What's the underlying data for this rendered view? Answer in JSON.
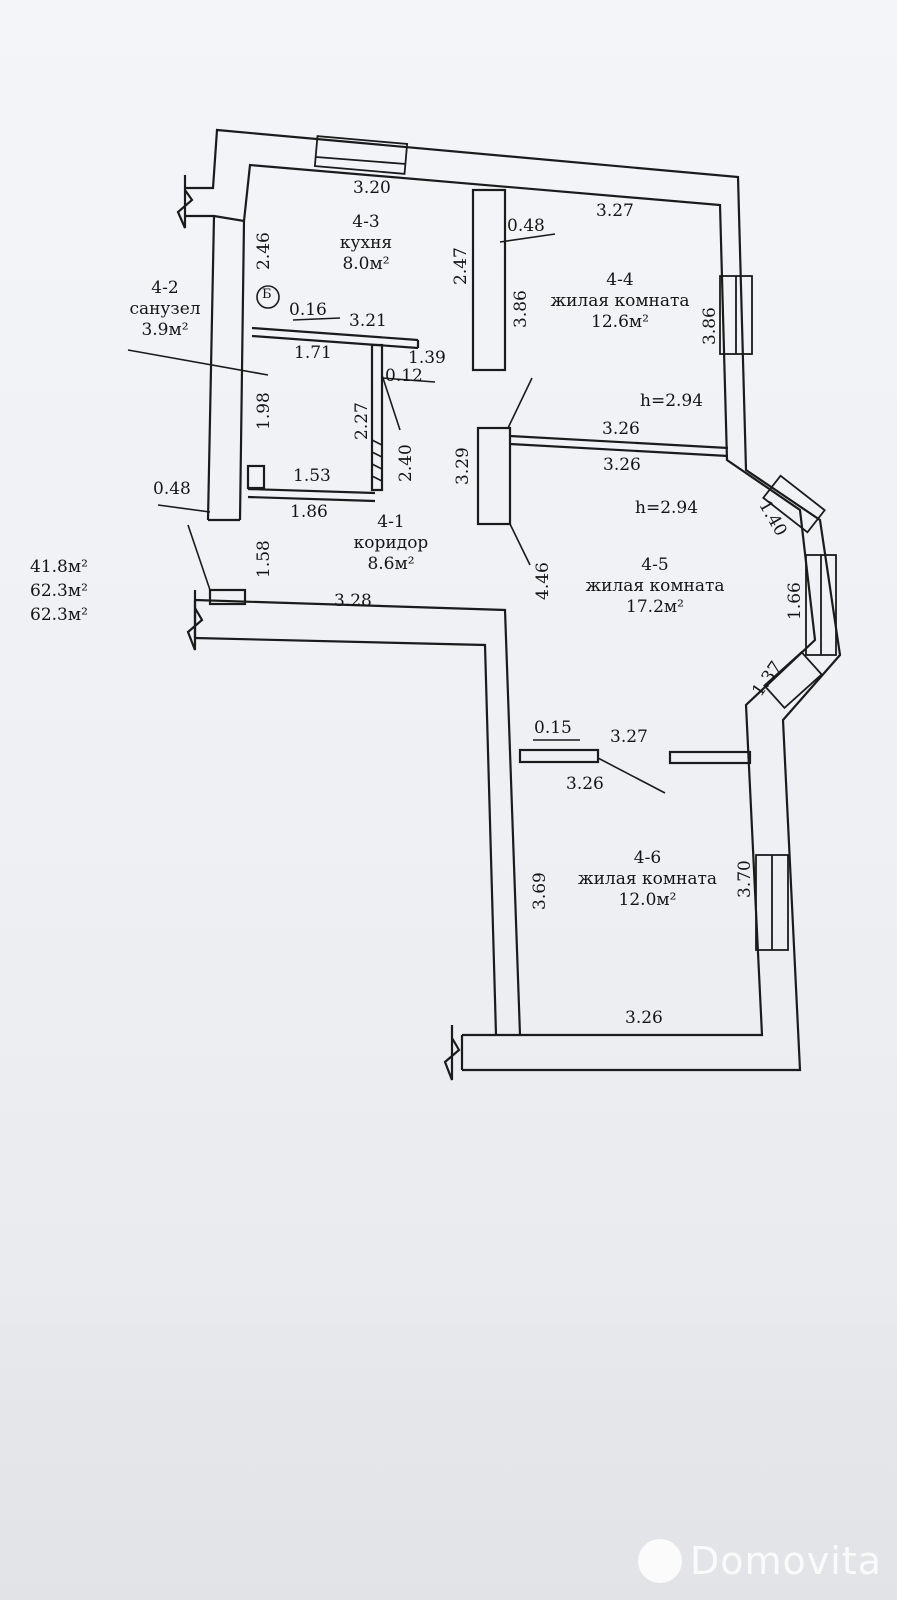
{
  "rooms": {
    "r43": {
      "id": "4-3",
      "name": "кухня",
      "area": "8.0м²"
    },
    "r42": {
      "id": "4-2",
      "name": "санузел",
      "area": "3.9м²"
    },
    "r44": {
      "id": "4-4",
      "name": "жилая комната",
      "area": "12.6м²"
    },
    "r41": {
      "id": "4-1",
      "name": "коридор",
      "area": "8.6м²"
    },
    "r45": {
      "id": "4-5",
      "name": "жилая комната",
      "area": "17.2м²"
    },
    "r46": {
      "id": "4-6",
      "name": "жилая комната",
      "area": "12.0м²"
    }
  },
  "heights": {
    "h44": "h=2.94",
    "h45": "h=2.94"
  },
  "dims": {
    "d320": "3.20",
    "d327a": "3.27",
    "d048a": "0.48",
    "d246": "2.46",
    "d247": "2.47",
    "d386a": "3.86",
    "d386b": "3.86",
    "d016": "0.16",
    "d321": "3.21",
    "d171": "1.71",
    "d139": "1.39",
    "d012": "0.12",
    "d198": "1.98",
    "d227": "2.27",
    "d240": "2.40",
    "d326a": "3.26",
    "d326b": "3.26",
    "d329": "3.29",
    "d153": "1.53",
    "d186": "1.86",
    "d048b": "0.48",
    "d158": "1.58",
    "d328": "3.28",
    "d446": "4.46",
    "d166": "1.66",
    "d137": "1.37",
    "d140": "1.40",
    "d015": "0.15",
    "d327b": "3.27",
    "d326c": "3.26",
    "d369": "3.69",
    "d370": "3.70",
    "d326d": "3.26"
  },
  "riser_mark": "Б",
  "totals": [
    "41.8м²",
    "62.3м²",
    "62.3м²"
  ],
  "watermark": "Domovita"
}
